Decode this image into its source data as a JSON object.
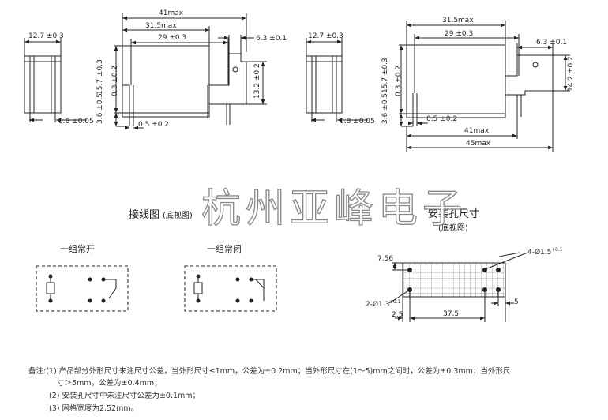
{
  "dims": {
    "top_left_width": "12.7 ±0.3",
    "top_overall": "41max",
    "top_body": "31.5max",
    "top_pin_span": "29 ±0.3",
    "top_tab": "6.3 ±0.1",
    "top_height": "15.7 ±0.3",
    "top_pin_to_body": "0.3 ±0.2",
    "top_pin_len": "3.6 ±0.5",
    "top_right_height": "13.2 ±0.2",
    "top_pin_thick": "0.8 ±0.05",
    "top_pin_width": "0.5 ±0.2",
    "r_left_width": "12.7 ±0.3",
    "r_body": "31.5max",
    "r_pin_span": "29 ±0.3",
    "r_tab": "6.3 ±0.1",
    "r_height": "15.7 ±0.3",
    "r_pin_to_body": "0.3 ±0.2",
    "r_pin_len": "3.6 ±0.5",
    "r_right_height": "14.2 ±0.2",
    "r_pin_thick": "0.8 ±0.05",
    "r_pin_width": "0.5 ±0.2",
    "r_overall_41": "41max",
    "r_overall_45": "45max"
  },
  "wiring": {
    "title": "接线图",
    "title_note": "(底视图)",
    "no_label": "一组常开",
    "nc_label": "一组常闭"
  },
  "mount": {
    "title": "安装孔尺寸",
    "title_note": "(底视图)",
    "d_7_56": "7.56",
    "d_holes_4": "4-Ø1.5",
    "d_holes_4_tol": "+0.1",
    "d_holes_2": "2-Ø1.3",
    "d_holes_2_tol": "+0.1",
    "d_2_5": "2.5",
    "d_37_5": "37.5",
    "d_5": "5"
  },
  "watermark": "杭州亚峰电子",
  "notes": {
    "line1": "备注:(1) 产品部分外形尺寸未注尺寸公差，当外形尺寸≤1mm，公差为±0.2mm；当外形尺寸在(1～5)mm之间时，公差为±0.3mm；当外形尺",
    "line1b": "寸＞5mm，公差为±0.4mm；",
    "line2": "(2) 安装孔尺寸中未注尺寸公差为±0.1mm；",
    "line3": "(3) 网格宽度为2.52mm。"
  }
}
